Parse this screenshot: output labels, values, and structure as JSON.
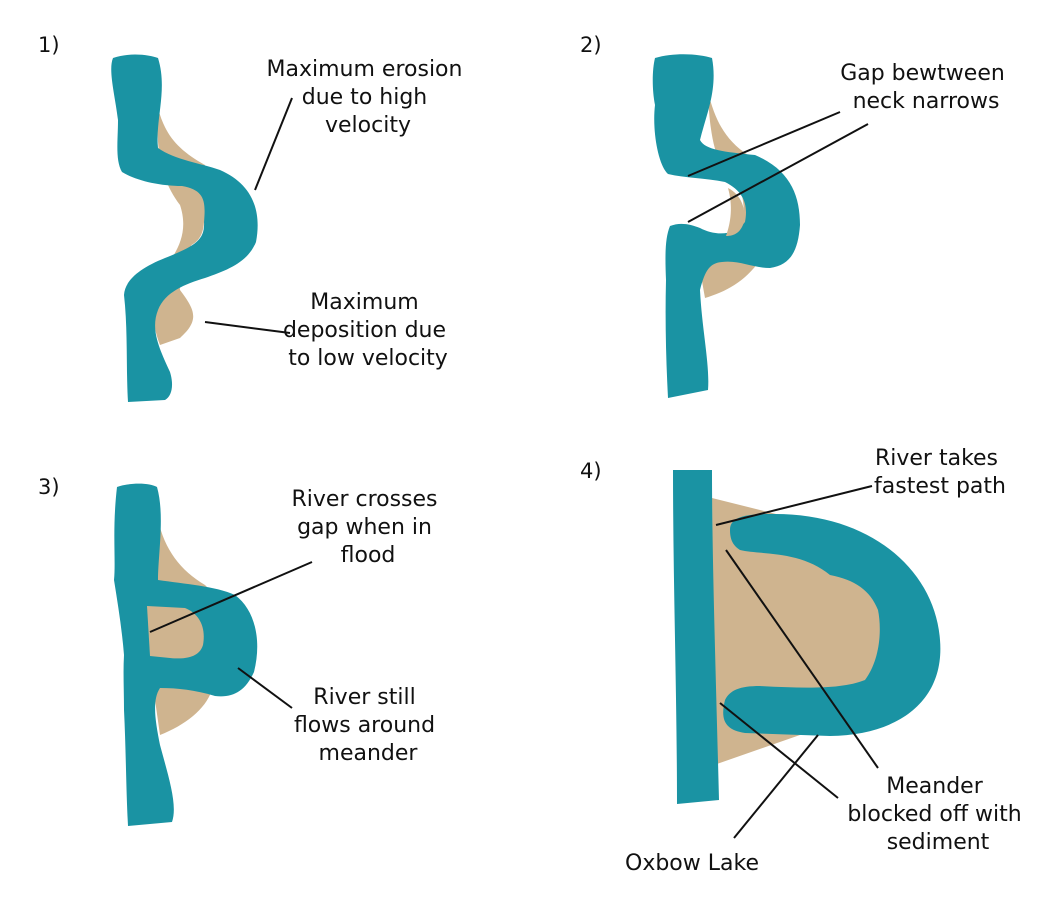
{
  "colors": {
    "river": "#1a93a3",
    "sediment": "#cfb48f",
    "text": "#111111",
    "background": "#ffffff"
  },
  "panels": [
    {
      "number": "1)",
      "labels": [
        {
          "lines": [
            "Maximum erosion",
            "due to high",
            "velocity"
          ]
        },
        {
          "lines": [
            "Maximum",
            "deposition due",
            "to low velocity"
          ]
        }
      ]
    },
    {
      "number": "2)",
      "labels": [
        {
          "lines": [
            "Gap bewtween",
            "neck narrows"
          ]
        }
      ]
    },
    {
      "number": "3)",
      "labels": [
        {
          "lines": [
            "River crosses",
            "gap when in",
            "flood"
          ]
        },
        {
          "lines": [
            "River still",
            "flows around",
            "meander"
          ]
        }
      ]
    },
    {
      "number": "4)",
      "labels": [
        {
          "lines": [
            "River takes",
            "fastest path"
          ]
        },
        {
          "lines": [
            "Meander",
            "blocked off with",
            "sediment"
          ]
        },
        {
          "lines": [
            "Oxbow Lake"
          ]
        }
      ]
    }
  ]
}
